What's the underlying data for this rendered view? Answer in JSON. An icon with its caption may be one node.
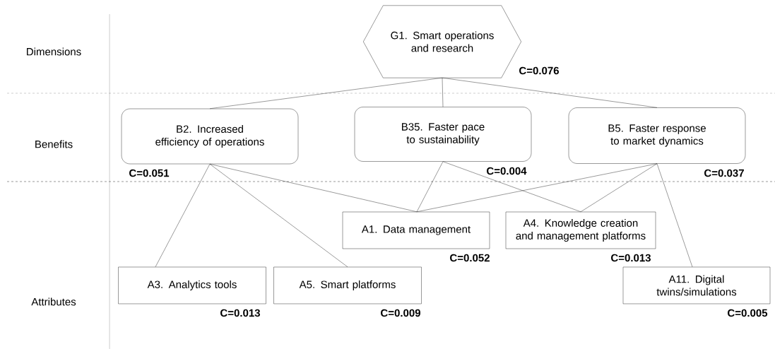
{
  "diagram": {
    "nodes": [
      {
        "text": [
          "G1. Smart operations and research"
        ],
        "beside": [
          "C=0.076"
        ]
      },
      {
        "text": [
          "B2. Increased efficiency of operations"
        ],
        "beside": [
          "C=0.051"
        ]
      },
      {
        "text": [
          "B35. Faster pace to sustainability"
        ],
        "beside": [
          "C=0.004"
        ]
      },
      {
        "text": [
          "B5. Faster response to market dynamics"
        ],
        "beside": [
          "C=0.037"
        ]
      },
      {
        "text": [
          "A1. Data management"
        ],
        "beside": [
          "C=0.052"
        ]
      },
      {
        "text": [
          "A4. Knowledge creation and management platforms"
        ],
        "beside": [
          "C=0.013"
        ]
      },
      {
        "text": [
          "A3. Analytics tools"
        ],
        "beside": [
          "C=0.013"
        ]
      },
      {
        "text": [
          "A5. Smart platforms"
        ],
        "beside": [
          "C=0.009"
        ]
      },
      {
        "text": [
          "A11. Digital twins/simulations"
        ],
        "beside": [
          "C=0.005"
        ]
      }
    ],
    "edges": [
      {
        "from": 0,
        "to": 1,
        "arrow": "none"
      },
      {
        "from": 0,
        "to": 2,
        "arrow": "none"
      },
      {
        "from": 0,
        "to": 3,
        "arrow": "none"
      },
      {
        "from": 1,
        "to": 6,
        "arrow": "none"
      },
      {
        "from": 1,
        "to": 7,
        "arrow": "none"
      },
      {
        "from": 1,
        "to": 4,
        "arrow": "none"
      },
      {
        "from": 2,
        "to": 4,
        "arrow": "none"
      },
      {
        "from": 2,
        "to": 5,
        "arrow": "none"
      },
      {
        "from": 3,
        "to": 4,
        "arrow": "none"
      },
      {
        "from": 3,
        "to": 5,
        "arrow": "none"
      },
      {
        "from": 3,
        "to": 8,
        "arrow": "none"
      }
    ],
    "labels": [
      "Dimensions",
      "Benefits",
      "Attributes"
    ]
  }
}
